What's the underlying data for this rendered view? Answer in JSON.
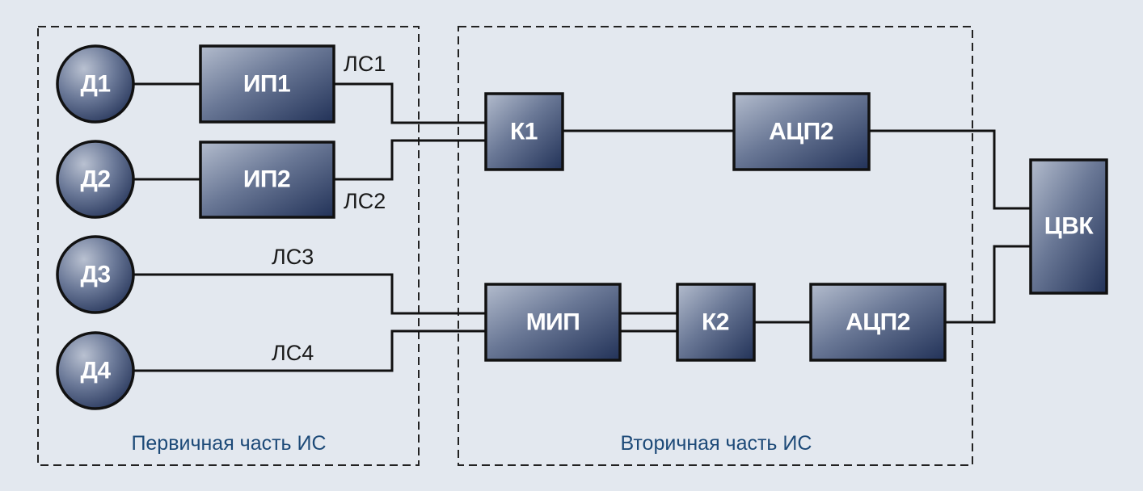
{
  "groups": {
    "primary": {
      "caption": "Первичная часть ИС"
    },
    "secondary": {
      "caption": "Вторичная часть ИС"
    }
  },
  "sensors": [
    {
      "label": "Д1"
    },
    {
      "label": "Д2"
    },
    {
      "label": "Д3"
    },
    {
      "label": "Д4"
    }
  ],
  "converters": [
    {
      "label": "ИП1"
    },
    {
      "label": "ИП2"
    }
  ],
  "line_labels": [
    "ЛС1",
    "ЛС2",
    "ЛС3",
    "ЛС4"
  ],
  "blocks": {
    "k1": "К1",
    "adc_top": "АЦП2",
    "mip": "МИП",
    "k2": "К2",
    "adc_bottom": "АЦП2",
    "cvk": "ЦВК"
  },
  "colors": {
    "background": "#e3e8ef",
    "node_fill_light": "#aab3c5",
    "node_fill_dark": "#2a3a60",
    "caption": "#1d4a78"
  }
}
